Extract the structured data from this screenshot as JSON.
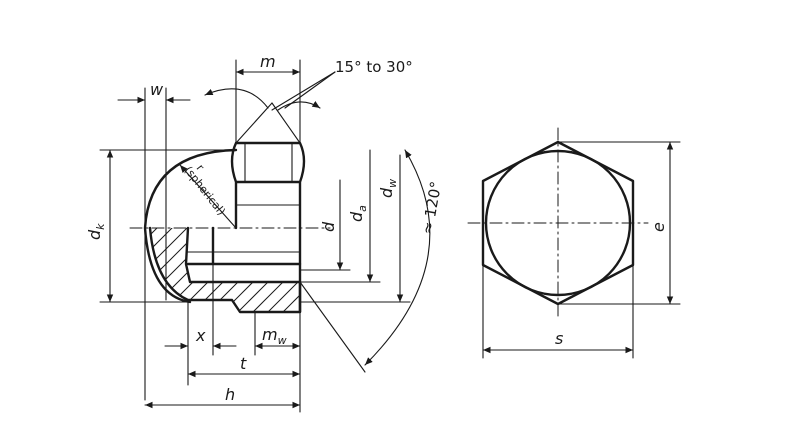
{
  "labels": {
    "m": "m",
    "angle_range": "15° to 30°",
    "w": "w",
    "dk_main": "d",
    "dk_sub": "k",
    "r": "r",
    "spherical": "(spherical)",
    "d": "d",
    "da_main": "d",
    "da_sub": "a",
    "dw_main": "d",
    "dw_sub": "w",
    "approx_120": "≈ 120°",
    "e": "e",
    "s": "s",
    "x": "x",
    "mw_main": "m",
    "mw_sub": "w",
    "t": "t",
    "h": "h"
  }
}
